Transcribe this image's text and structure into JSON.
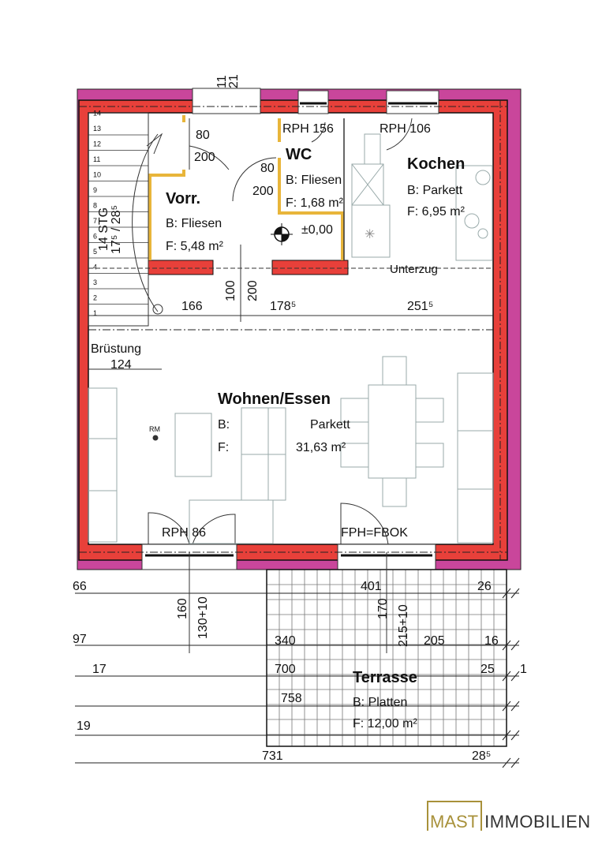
{
  "rooms": {
    "vorraum": {
      "name": "Vorr.",
      "floor": "B:  Fliesen",
      "area": "F: 5,48 m²"
    },
    "wc": {
      "name": "WC",
      "floor": "B: Fliesen",
      "area": "F: 1,68 m²"
    },
    "kochen": {
      "name": "Kochen",
      "floor": "B:  Parkett",
      "area": "F: 6,95 m²"
    },
    "wohnen": {
      "name": "Wohnen/Essen",
      "floor_label": "B:",
      "floor": "Parkett",
      "area_label": "F:",
      "area": "31,63 m²"
    },
    "terrasse": {
      "name": "Terrasse",
      "floor": "B:    Platten",
      "area": "F: 12,00 m²"
    }
  },
  "annotations": {
    "rph156": "RPH 156",
    "rph106": "RPH 106",
    "rph86": "RPH 86",
    "fph": "FPH=FBOK",
    "level": "±0,00",
    "unterzug": "Unterzug",
    "bruestung": "Brüstung",
    "bruestung_dim": "124",
    "rm": "RM",
    "stair_count": "14 STG",
    "stair_ratio": "17⁵ / 28⁵",
    "door_entry_w": "80",
    "door_entry_h": "200",
    "door_wc_w": "80",
    "door_wc_h": "200",
    "top_11": "11",
    "top_21": "21"
  },
  "stair_steps": [
    "1",
    "2",
    "3",
    "4",
    "5",
    "6",
    "7",
    "8",
    "9",
    "10",
    "11",
    "12",
    "13",
    "14"
  ],
  "dimensions": {
    "d166": "166",
    "d178": "178⁵",
    "d251": "251⁵",
    "d100": "100",
    "d200": "200",
    "d66": "66",
    "d401": "401",
    "d26": "26",
    "d160": "160",
    "d130": "130+10",
    "d170": "170",
    "d215": "215+10",
    "d97": "97",
    "d340": "340",
    "d205": "205",
    "d16": "16",
    "d17": "17",
    "d700": "700",
    "d25": "25",
    "d1": "1",
    "d758": "758",
    "d19": "19",
    "d731": "731",
    "d28": "28⁵"
  },
  "logo": {
    "brand": "MAST",
    "suffix": "IMMOBILIEN"
  },
  "colors": {
    "wall": "#e8403a",
    "insulation": "#c9469b",
    "drywall": "#e8b53a",
    "logo": "#a8913a"
  }
}
